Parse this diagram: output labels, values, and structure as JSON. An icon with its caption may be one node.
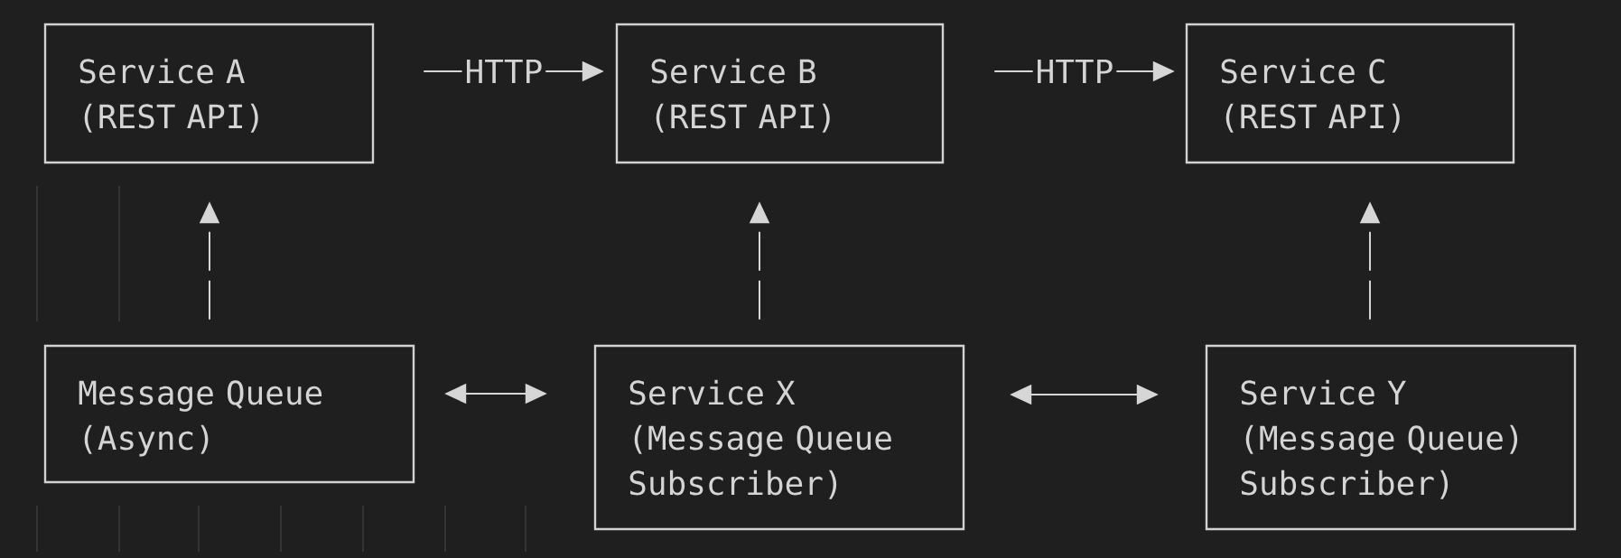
{
  "diagram": {
    "nodes": [
      {
        "text": [
          "Service A",
          "(REST API)"
        ]
      },
      {
        "text": [
          "Service B",
          "(REST API)"
        ]
      },
      {
        "text": [
          "Service C",
          "(REST API)"
        ]
      },
      {
        "text": [
          "Message Queue",
          "(Async)"
        ]
      },
      {
        "text": [
          "Service X",
          "(Message Queue Subscriber)"
        ]
      },
      {
        "text": [
          "Service Y",
          "(Message Queue) Subscriber)"
        ]
      }
    ],
    "edges": [
      {
        "from": 0,
        "to": 1,
        "arrow": "to",
        "label": "HTTP"
      },
      {
        "from": 1,
        "to": 2,
        "arrow": "to",
        "label": "HTTP"
      },
      {
        "from": 3,
        "to": 0,
        "arrow": "to",
        "style": "dashed"
      },
      {
        "from": 4,
        "to": 1,
        "arrow": "to",
        "style": "dashed"
      },
      {
        "from": 5,
        "to": 2,
        "arrow": "to",
        "style": "dashed"
      },
      {
        "from": 3,
        "to": 4,
        "arrow": "both"
      },
      {
        "from": 4,
        "to": 5,
        "arrow": "both"
      }
    ]
  }
}
